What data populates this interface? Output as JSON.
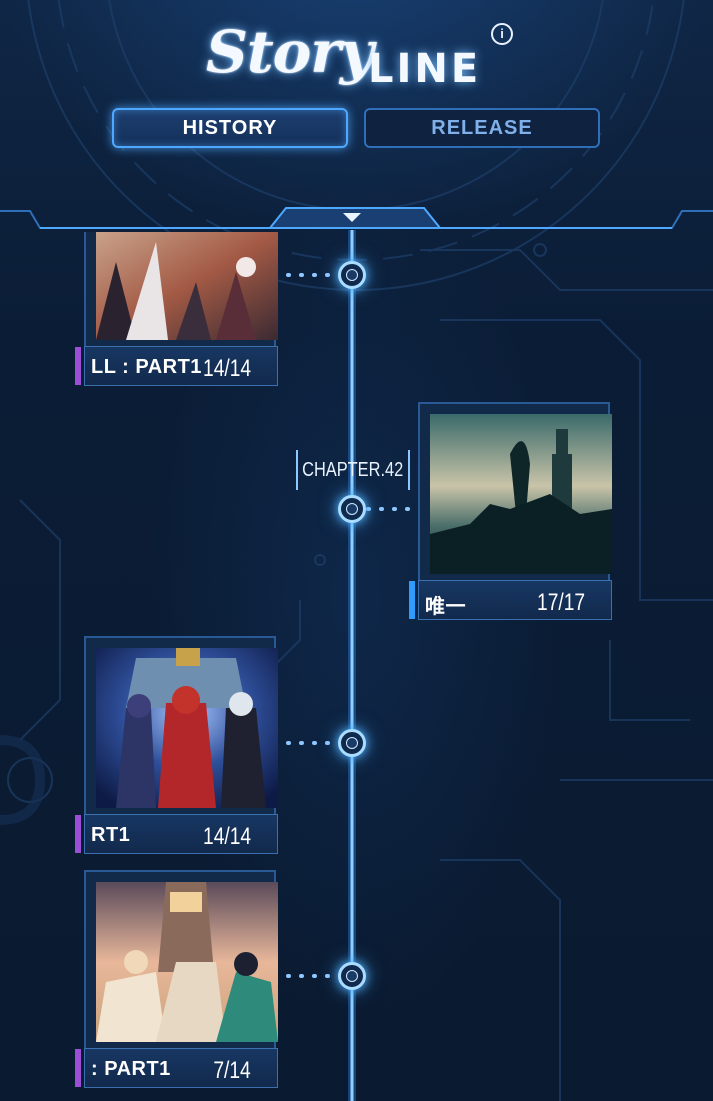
{
  "header": {
    "logo_script": "Story",
    "logo_block": "LINE",
    "info_icon": "info-icon",
    "tabs": [
      {
        "label": "HISTORY",
        "active": true
      },
      {
        "label": "RELEASE",
        "active": false
      }
    ]
  },
  "timeline": {
    "chapter_label": "CHAPTER.42",
    "entries": [
      {
        "title": "LL : PART1",
        "progress": "14/14",
        "side": "left",
        "accent": "#9b4fd6"
      },
      {
        "title": "唯一",
        "progress": "17/17",
        "side": "right",
        "accent": "#2f9bff"
      },
      {
        "title": "RT1",
        "progress": "14/14",
        "side": "left",
        "accent": "#9b4fd6"
      },
      {
        "title": ": PART1",
        "progress": "7/14",
        "side": "left",
        "accent": "#9b4fd6"
      }
    ]
  },
  "colors": {
    "accent_blue": "#4fa8ff",
    "background": "#0c1b33",
    "purple_accent": "#9b4fd6"
  }
}
